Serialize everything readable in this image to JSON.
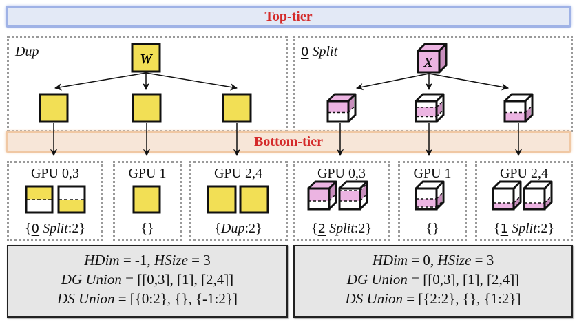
{
  "banners": {
    "top": "Top-tier",
    "bottom": "Bottom-tier"
  },
  "colors": {
    "title_red": "#d42a2a",
    "yellow": "#f2df55",
    "pink": "#ecb4e2",
    "pink_side": "#c88ebd",
    "top_banner_bg": "#e3e9f6",
    "bottom_banner_bg": "#f7e6d8",
    "summary_bg": "#e6e6e6"
  },
  "left": {
    "panel_label": "Dup",
    "root_tensor": "W",
    "gpus": [
      {
        "title": "GPU 0,3",
        "annotation_prefix": "{",
        "annotation_num": "0",
        "annotation_text": " Split",
        "annotation_suffix": ":2}"
      },
      {
        "title": "GPU 1",
        "annotation": "{}"
      },
      {
        "title": "GPU 2,4",
        "annotation_prefix": "{",
        "annotation_text": "Dup",
        "annotation_suffix": ":2}"
      }
    ],
    "summary": {
      "hdim_label": "HDim",
      "hdim_value": " = -1, ",
      "hsize_label": "HSize",
      "hsize_value": " = 3",
      "dg_label": "DG Union",
      "dg_value": " = [[0,3], [1], [2,4]]",
      "ds_label": "DS Union",
      "ds_value": " = [{0:2}, {}, {-1:2}]"
    }
  },
  "right": {
    "panel_label_num": "0",
    "panel_label": " Split",
    "root_tensor": "X",
    "gpus": [
      {
        "title": "GPU 0,3",
        "annotation_prefix": "{",
        "annotation_num": "2",
        "annotation_text": " Split",
        "annotation_suffix": ":2}"
      },
      {
        "title": "GPU 1",
        "annotation": "{}"
      },
      {
        "title": "GPU 2,4",
        "annotation_prefix": "{",
        "annotation_num": "1",
        "annotation_text": " Split",
        "annotation_suffix": ":2}"
      }
    ],
    "summary": {
      "hdim_label": "HDim",
      "hdim_value": " = 0, ",
      "hsize_label": "HSize",
      "hsize_value": " = 3",
      "dg_label": "DG Union",
      "dg_value": " = [[0,3], [1], [2,4]]",
      "ds_label": "DS Union",
      "ds_value": " = [{2:2}, {}, {1:2}]"
    }
  }
}
